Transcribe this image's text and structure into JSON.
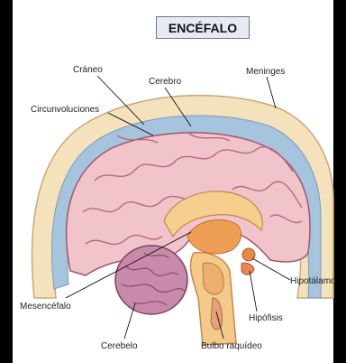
{
  "title": "ENCÉFALO",
  "labels": {
    "craneo": "Cráneo",
    "cerebro": "Cerebro",
    "meninges": "Meninges",
    "circunvoluciones": "Circunvoluciones",
    "hipotalamo": "Hipotálamo",
    "mesencefalo": "Mesencéfalo",
    "hipofisis": "Hipófisis",
    "cerebelo": "Cerebelo",
    "bulbo": "Bulbo raquídeo"
  },
  "colors": {
    "background": "#000000",
    "panel": "#ffffff",
    "title_box": "#e7eaf2",
    "skull": "#f6e7c5",
    "meninges": "#a9c6df",
    "cortex": "#f2c6cc",
    "cerebellum": "#c48aa9",
    "brainstem": "#f4c98a",
    "thalamus": "#f0a65a"
  }
}
